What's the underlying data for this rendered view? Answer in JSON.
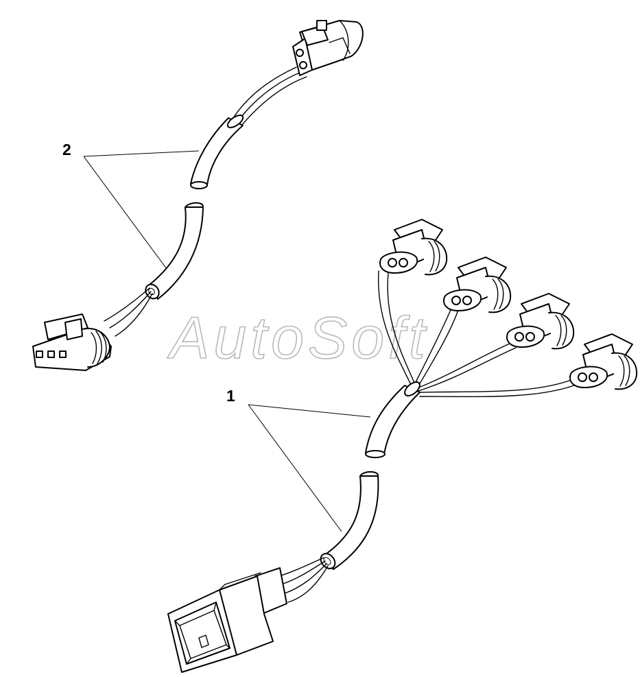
{
  "callouts": [
    {
      "label": "2"
    },
    {
      "label": "1"
    }
  ],
  "watermark": {
    "text": "AutoSoft"
  }
}
